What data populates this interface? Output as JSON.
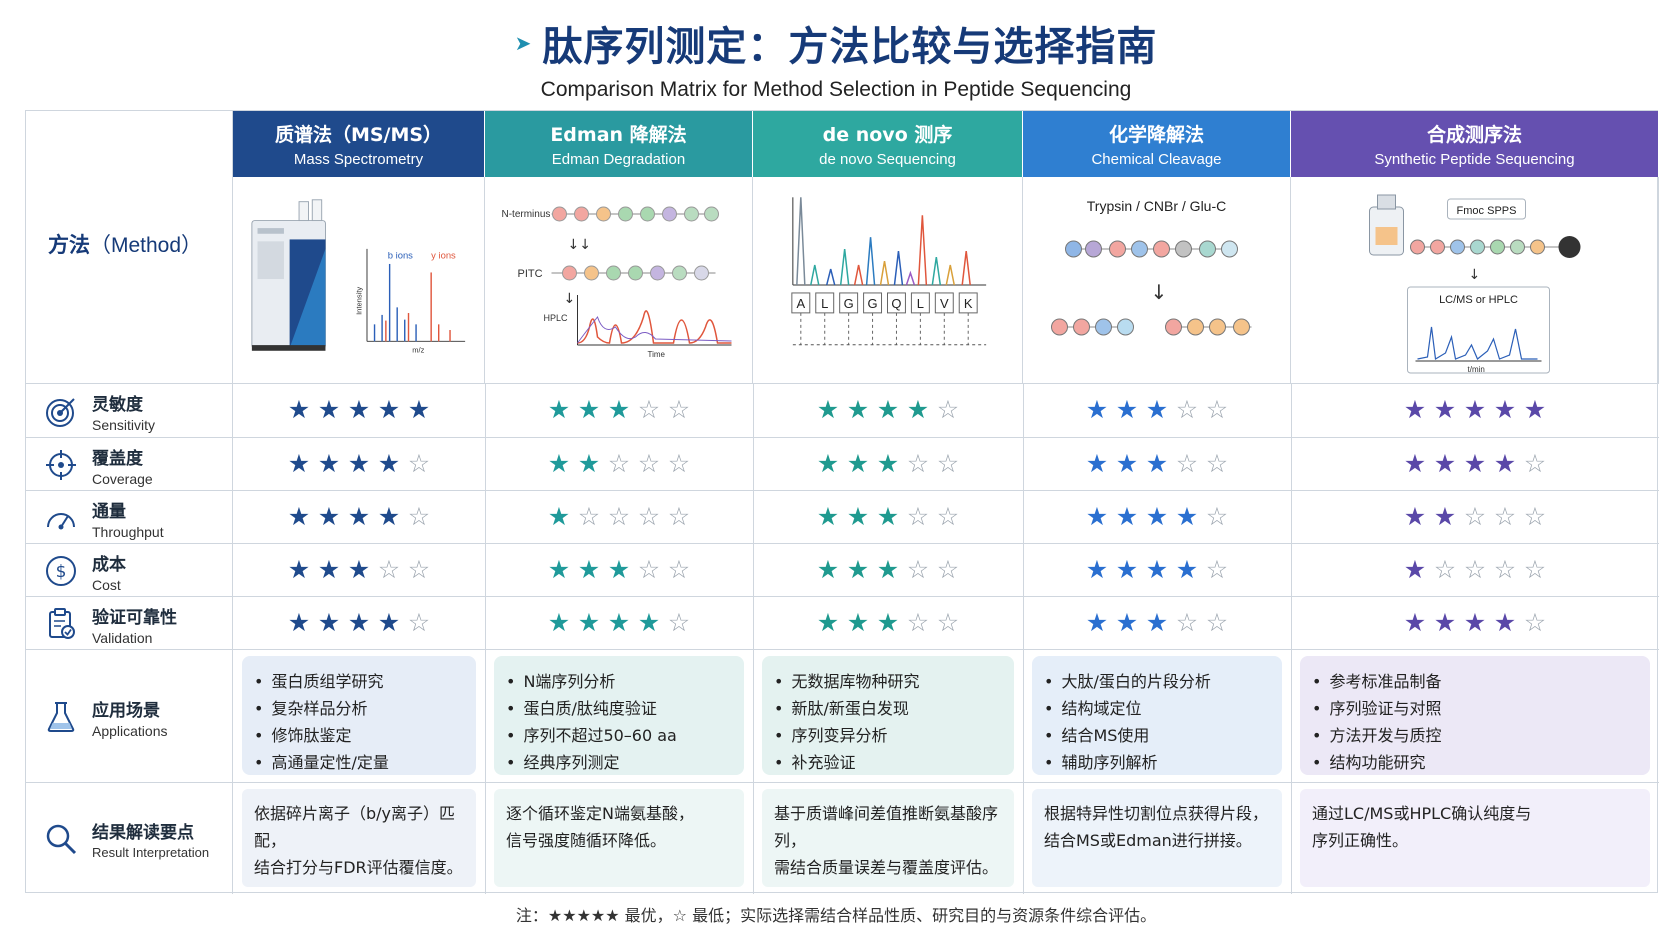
{
  "title": "肽序列测定：方法比较与选择指南",
  "subtitle": "Comparison Matrix for Method Selection in Peptide Sequencing",
  "method_label_zh": "方法",
  "method_label_en": "（Method）",
  "colors": {
    "ms": "#1f4a8c",
    "edman": "#2a9aa0",
    "denovo": "#2ea8a0",
    "chem": "#2f7fd1",
    "synth": "#6550b0"
  },
  "methods": [
    {
      "zh": "质谱法（MS/MS）",
      "en": "Mass Spectrometry",
      "star_color": "#1f4a8c"
    },
    {
      "zh": "Edman 降解法",
      "en": "Edman Degradation",
      "star_color": "#1f9a9a"
    },
    {
      "zh": "de novo 测序",
      "en": "de novo Sequencing",
      "star_color": "#1f9a8f"
    },
    {
      "zh": "化学降解法",
      "en": "Chemical Cleavage",
      "star_color": "#2a6fd0"
    },
    {
      "zh": "合成测序法",
      "en": "Synthetic Peptide Sequencing",
      "star_color": "#5a48a8"
    }
  ],
  "illustrations": {
    "ms": {
      "b_ions": "b ions",
      "y_ions": "y ions",
      "y_axis": "Intensity",
      "x_axis": "m/z"
    },
    "edman": {
      "n_terminus": "N-terminus",
      "pitc": "PITC",
      "hplc": "HPLC",
      "x_axis": "Time"
    },
    "denovo": {
      "residues": [
        "A",
        "L",
        "G",
        "G",
        "Q",
        "L",
        "V",
        "K"
      ]
    },
    "chem": {
      "enzymes": "Trypsin / CNBr / Glu-C"
    },
    "synth": {
      "fmoc": "Fmoc SPPS",
      "lcms": "LC/MS or HPLC",
      "x_axis": "t/min"
    }
  },
  "criteria": [
    {
      "zh": "灵敏度",
      "en": "Sensitivity",
      "icon": "target-icon",
      "ratings": [
        5,
        3,
        4,
        3,
        5
      ]
    },
    {
      "zh": "覆盖度",
      "en": "Coverage",
      "icon": "crosshair-icon",
      "ratings": [
        4,
        2,
        3,
        3,
        4
      ]
    },
    {
      "zh": "通量",
      "en": "Throughput",
      "icon": "gauge-icon",
      "ratings": [
        4,
        1,
        3,
        4,
        2
      ]
    },
    {
      "zh": "成本",
      "en": "Cost",
      "icon": "dollar-icon",
      "ratings": [
        3,
        3,
        3,
        4,
        1
      ]
    },
    {
      "zh": "验证可靠性",
      "en": "Validation",
      "icon": "clipboard-check-icon",
      "ratings": [
        4,
        4,
        3,
        3,
        4
      ]
    }
  ],
  "applications_label": {
    "zh": "应用场景",
    "en": "Applications"
  },
  "applications": [
    [
      "蛋白质组学研究",
      "复杂样品分析",
      "修饰肽鉴定",
      "高通量定性/定量"
    ],
    [
      "N端序列分析",
      "蛋白质/肽纯度验证",
      "序列不超过50–60 aa",
      "经典序列测定"
    ],
    [
      "无数据库物种研究",
      "新肽/新蛋白发现",
      "序列变异分析",
      "补充验证"
    ],
    [
      "大肽/蛋白的片段分析",
      "结构域定位",
      "结合MS使用",
      "辅助序列解析"
    ],
    [
      "参考标准品制备",
      "序列验证与对照",
      "方法开发与质控",
      "结构功能研究"
    ]
  ],
  "interpretation_label": {
    "zh": "结果解读要点",
    "en": "Result Interpretation"
  },
  "interpretations": [
    [
      "依据碎片离子（b/y离子）匹配，",
      "结合打分与FDR评估覆信度。"
    ],
    [
      "逐个循环鉴定N端氨基酸，",
      "信号强度随循环降低。"
    ],
    [
      "基于质谱峰间差值推断氨基酸序列，",
      "需结合质量误差与覆盖度评估。"
    ],
    [
      "根据特异性切割位点获得片段，",
      "结合MS或Edman进行拼接。"
    ],
    [
      "通过LC/MS或HPLC确认纯度与",
      "序列正确性。"
    ]
  ],
  "footnote": "注：★★★★★ 最优，☆ 最低；实际选择需结合样品性质、研究目的与资源条件综合评估。"
}
